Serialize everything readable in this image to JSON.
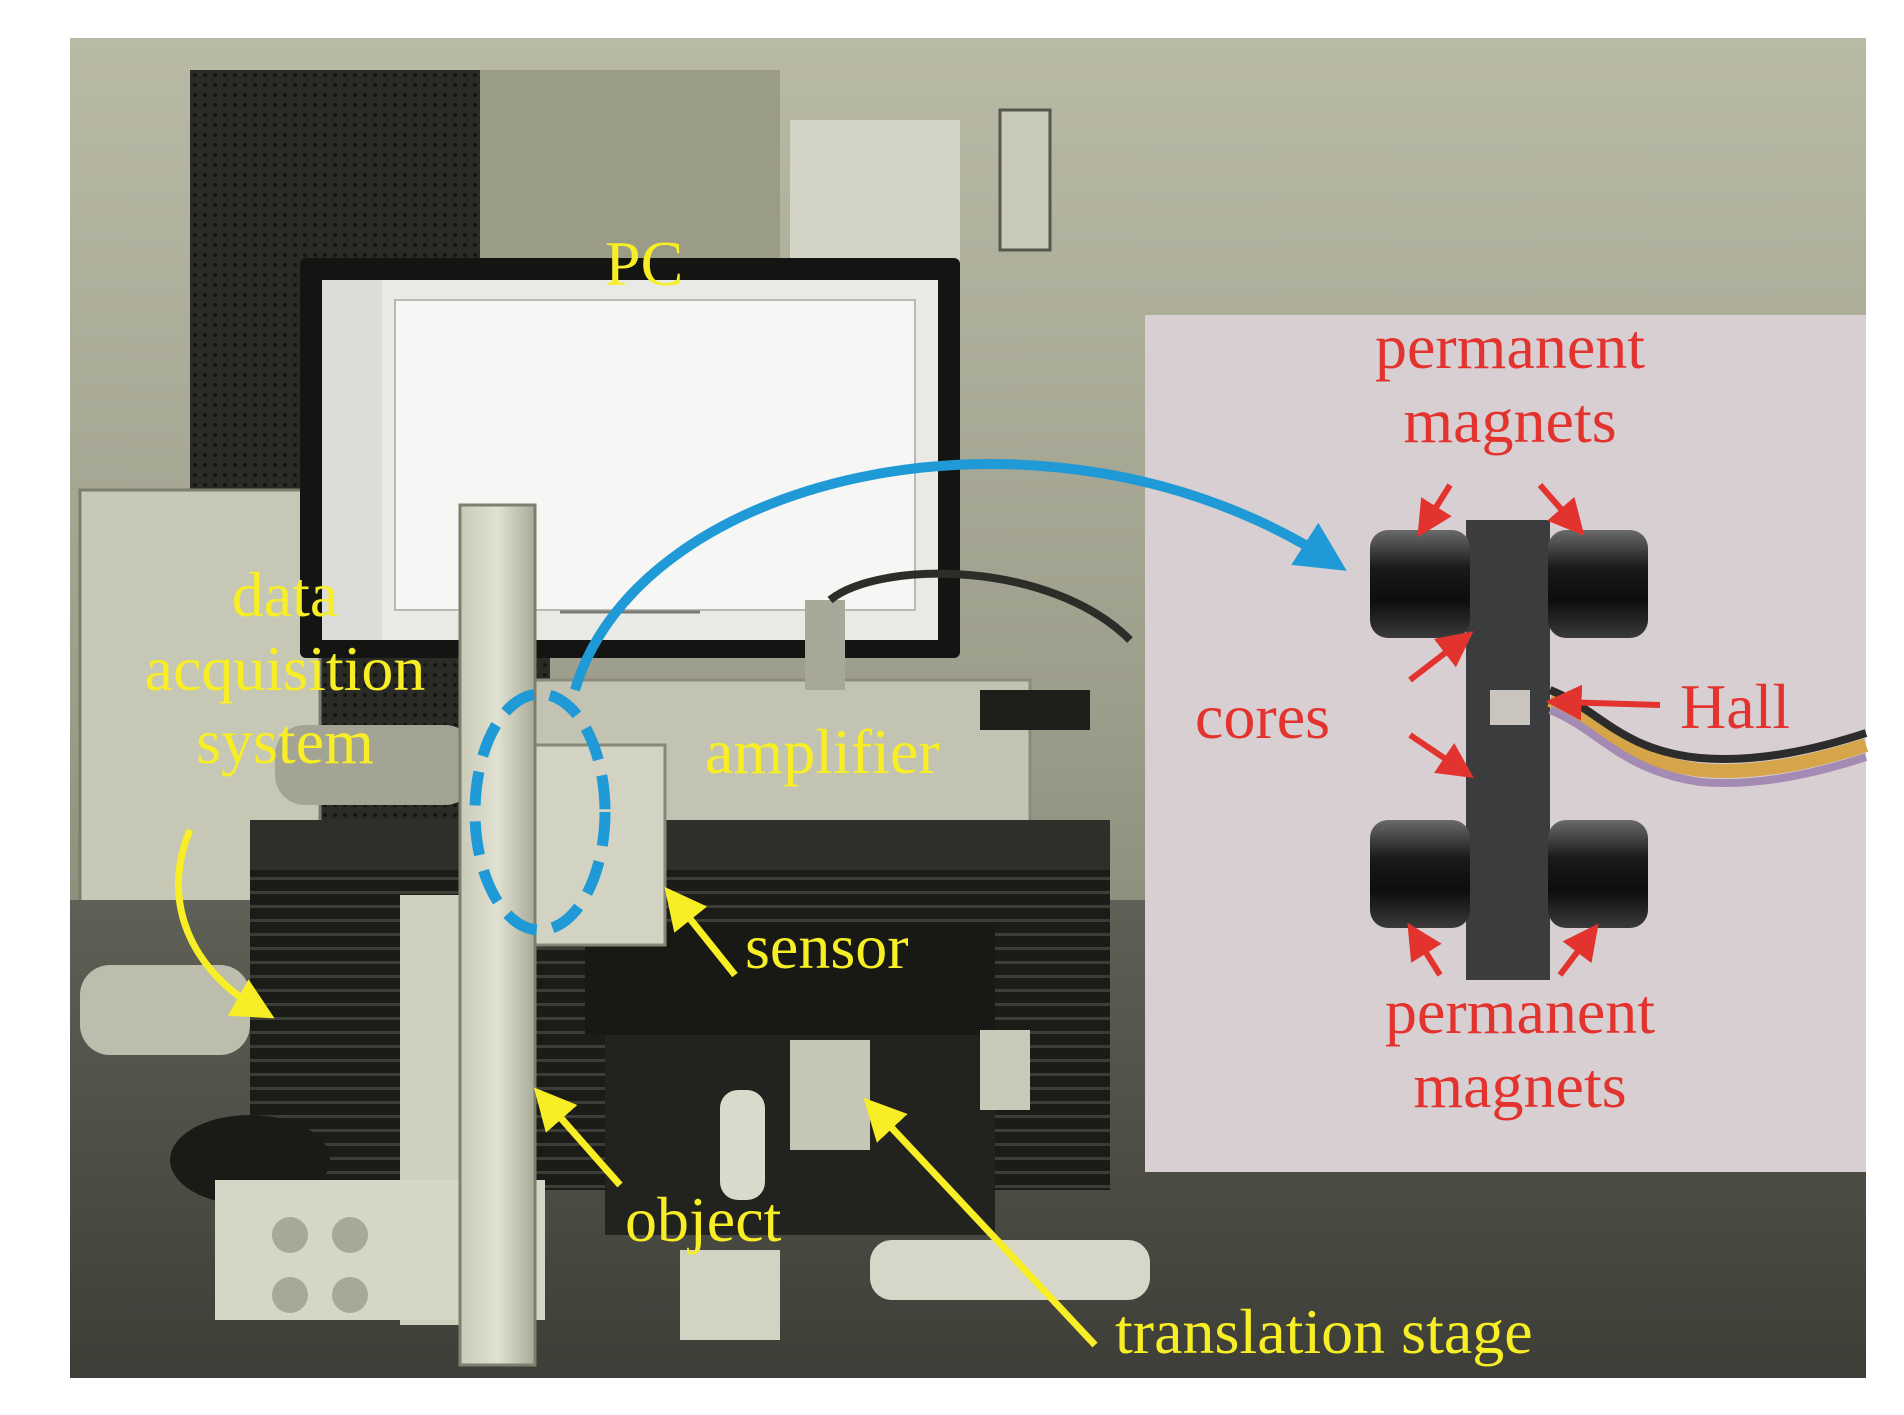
{
  "colors": {
    "label_yellow": "#f7ee26",
    "label_red": "#e2332e",
    "link_arrow": "#1f9ad6",
    "dashed_circle": "#1f9ad6",
    "inset_background": "#d8cfd2"
  },
  "labels": {
    "pc": "PC",
    "data_acquisition_line1": "data",
    "data_acquisition_line2": "acquisition",
    "data_acquisition_line3": "system",
    "amplifier": "amplifier",
    "sensor": "sensor",
    "object": "object",
    "translation_stage": "translation stage"
  },
  "inset": {
    "permanent_magnets_top_line1": "permanent",
    "permanent_magnets_top_line2": "magnets",
    "cores": "cores",
    "hall": "Hall",
    "permanent_magnets_bottom_line1": "permanent",
    "permanent_magnets_bottom_line2": "magnets"
  }
}
